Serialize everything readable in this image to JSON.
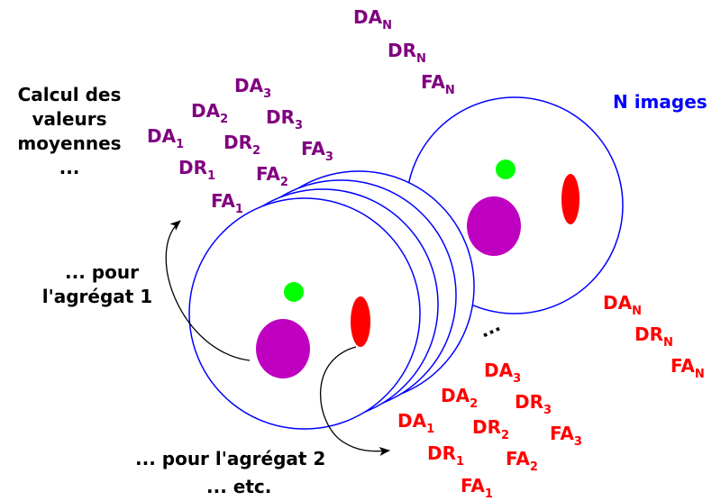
{
  "colors": {
    "purple": "#800080",
    "red": "#ff0000",
    "blue": "#0000ff",
    "green": "#00ff00",
    "magenta": "#c000c0",
    "black": "#000000"
  },
  "left_text": {
    "lines": [
      "Calcul des",
      "valeurs",
      "moyennes",
      "..."
    ]
  },
  "right_title": "N images",
  "agg1_text": {
    "lines": [
      "... pour",
      "l'agrégat 1"
    ]
  },
  "agg2_text": "... pour l'agrégat 2",
  "etc_text": "... etc.",
  "ellipsis_dots": "...",
  "purple_labels": {
    "DA_N": {
      "base": "DA",
      "sub": "N"
    },
    "DR_N": {
      "base": "DR",
      "sub": "N"
    },
    "FA_N": {
      "base": "FA",
      "sub": "N"
    },
    "DA_3": {
      "base": "DA",
      "sub": "3"
    },
    "DA_2": {
      "base": "DA",
      "sub": "2"
    },
    "DR_3": {
      "base": "DR",
      "sub": "3"
    },
    "DA_1": {
      "base": "DA",
      "sub": "1"
    },
    "DR_2": {
      "base": "DR",
      "sub": "2"
    },
    "FA_3": {
      "base": "FA",
      "sub": "3"
    },
    "DR_1": {
      "base": "DR",
      "sub": "1"
    },
    "FA_2": {
      "base": "FA",
      "sub": "2"
    },
    "FA_1": {
      "base": "FA",
      "sub": "1"
    }
  },
  "red_labels": {
    "DA_N": {
      "base": "DA",
      "sub": "N"
    },
    "DR_N": {
      "base": "DR",
      "sub": "N"
    },
    "FA_N": {
      "base": "FA",
      "sub": "N"
    },
    "DA_3": {
      "base": "DA",
      "sub": "3"
    },
    "DA_2": {
      "base": "DA",
      "sub": "2"
    },
    "DR_3": {
      "base": "DR",
      "sub": "3"
    },
    "DA_1": {
      "base": "DA",
      "sub": "1"
    },
    "DR_2": {
      "base": "DR",
      "sub": "2"
    },
    "FA_3": {
      "base": "FA",
      "sub": "3"
    },
    "DR_1": {
      "base": "DR",
      "sub": "1"
    },
    "FA_2": {
      "base": "FA",
      "sub": "2"
    },
    "FA_1": {
      "base": "FA",
      "sub": "1"
    }
  }
}
